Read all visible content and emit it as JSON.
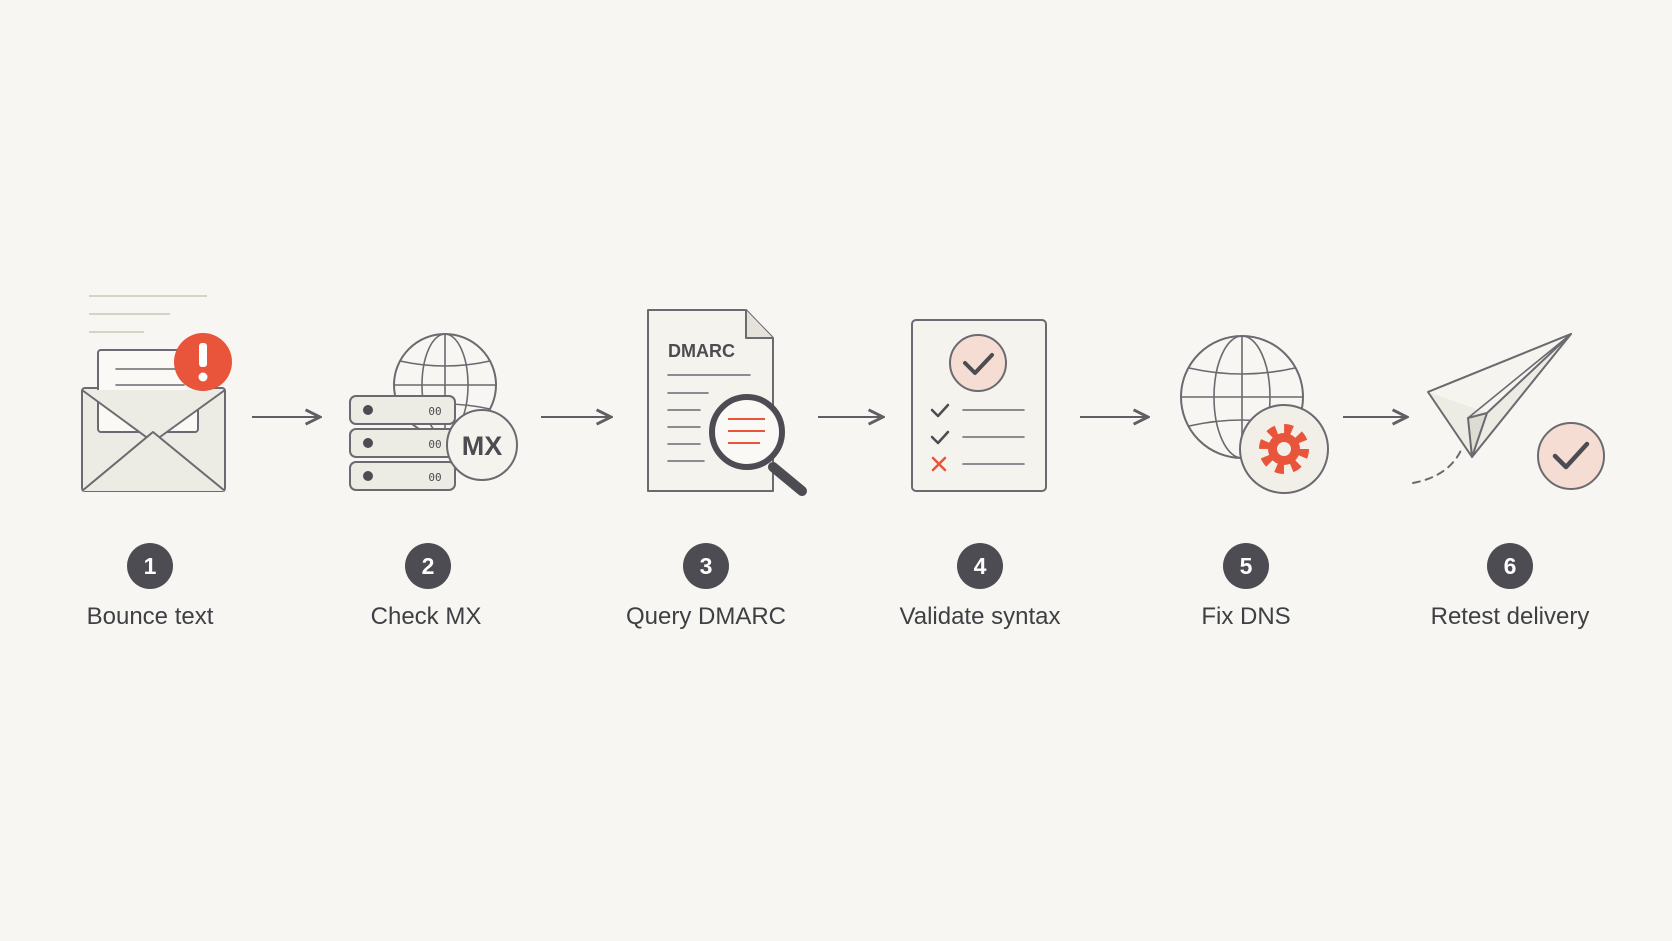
{
  "colors": {
    "background": "#f7f6f2",
    "accent": "#e9553a",
    "badge": "#4c4c52",
    "line": "#5f5f64",
    "soft_fill": "#ecebe4",
    "check_bg": "#f6ddd3"
  },
  "steps": [
    {
      "number": "1",
      "label": "Bounce text",
      "icon": "envelope-alert-icon"
    },
    {
      "number": "2",
      "label": "Check MX",
      "icon": "server-globe-mx-icon",
      "icon_text": "MX"
    },
    {
      "number": "3",
      "label": "Query DMARC",
      "icon": "document-search-icon",
      "icon_text": "DMARC"
    },
    {
      "number": "4",
      "label": "Validate syntax",
      "icon": "checklist-icon"
    },
    {
      "number": "5",
      "label": "Fix DNS",
      "icon": "globe-gear-icon"
    },
    {
      "number": "6",
      "label": "Retest delivery",
      "icon": "paper-plane-check-icon"
    }
  ],
  "connectors": 5
}
